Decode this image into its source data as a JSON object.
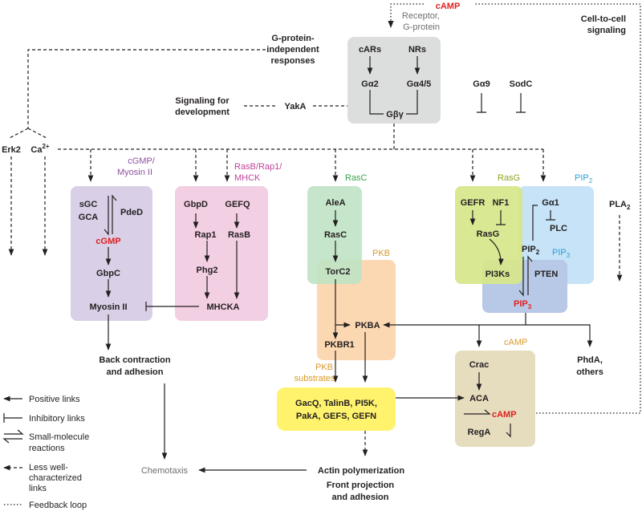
{
  "colors": {
    "receptor_box": "#dcdddd",
    "cgmp_box": "#d9cfe6",
    "rasb_box": "#f3cfe3",
    "rasc_box": "#bfe3c4",
    "pkb_box": "#fcd8b2",
    "rasg_box": "#d6e68a",
    "pip2_box": "#c6e3f7",
    "pip3_box": "#b7c9e6",
    "camp_box": "#e6dcbe",
    "substrates_box": "#fff36e",
    "red_text": "#e02020"
  },
  "top": {
    "camp": "cAMP",
    "cell_to_cell_1": "Cell-to-cell",
    "cell_to_cell_2": "signaling",
    "receptor_1": "Receptor,",
    "receptor_2": "G-protein",
    "g_indep_1": "G-protein-",
    "g_indep_2": "independent",
    "g_indep_3": "responses",
    "signaling_dev_1": "Signaling for",
    "signaling_dev_2": "development",
    "yaka": "YakA",
    "cars": "cARs",
    "nrs": "NRs",
    "ga2": "Gα2",
    "ga45": "Gα4/5",
    "gby": "Gβγ",
    "ga9": "Gα9",
    "sodc": "SodC"
  },
  "left": {
    "erk2": "Erk2",
    "ca": "Ca",
    "ca_sup": "2+"
  },
  "cgmp_module": {
    "label_1": "cGMP/",
    "label_2": "Myosin II",
    "sgc": "sGC",
    "gca": "GCA",
    "pded": "PdeD",
    "cgmp": "cGMP",
    "gbpc": "GbpC",
    "myosin": "Myosin II"
  },
  "rasb_module": {
    "label_1": "RasB/Rap1/",
    "label_2": "MHCK",
    "gbpd": "GbpD",
    "gefq": "GEFQ",
    "rap1": "Rap1",
    "rasb": "RasB",
    "phg2": "Phg2",
    "mhcka": "MHCKA"
  },
  "rasc_module": {
    "label": "RasC",
    "alea": "AleA",
    "rasc": "RasC",
    "torc2": "TorC2"
  },
  "pkb_module": {
    "label": "PKB",
    "pkba": "PKBA",
    "pkbr1": "PKBR1"
  },
  "rasg_module": {
    "label": "RasG",
    "gefr": "GEFR",
    "nf1": "NF1",
    "rasg": "RasG",
    "pi3ks": "PI3Ks"
  },
  "pip2_module": {
    "label": "PIP",
    "label_sub": "2",
    "ga1": "Gα1",
    "plc": "PLC",
    "pip2": "PIP",
    "pip2_sub": "2",
    "pten": "PTEN"
  },
  "pip3_module": {
    "label": "PIP",
    "label_sub": "3",
    "pip3": "PIP",
    "pip3_sub": "3"
  },
  "pla2": "PLA",
  "pla2_sub": "2",
  "camp_module": {
    "label": "cAMP",
    "crac": "Crac",
    "aca": "ACA",
    "camp": "cAMP",
    "rega": "RegA"
  },
  "outputs": {
    "back_1": "Back contraction",
    "back_2": "and adhesion",
    "phda_1": "PhdA,",
    "phda_2": "others",
    "pkb_sub_1": "PKB",
    "pkb_sub_2": "substrates",
    "substrates_1": "GacQ, TalinB, PI5K,",
    "substrates_2": "PakA, GEFS, GEFN",
    "actin": "Actin polymerization",
    "front_1": "Front projection",
    "front_2": "and adhesion",
    "chemotaxis": "Chemotaxis"
  },
  "legend": {
    "positive": "Positive links",
    "inhibitory": "Inhibitory links",
    "small_1": "Small-molecule",
    "small_2": "reactions",
    "less_1": "Less well-",
    "less_2": "characterized",
    "less_3": "links",
    "feedback": "Feedback loop"
  }
}
